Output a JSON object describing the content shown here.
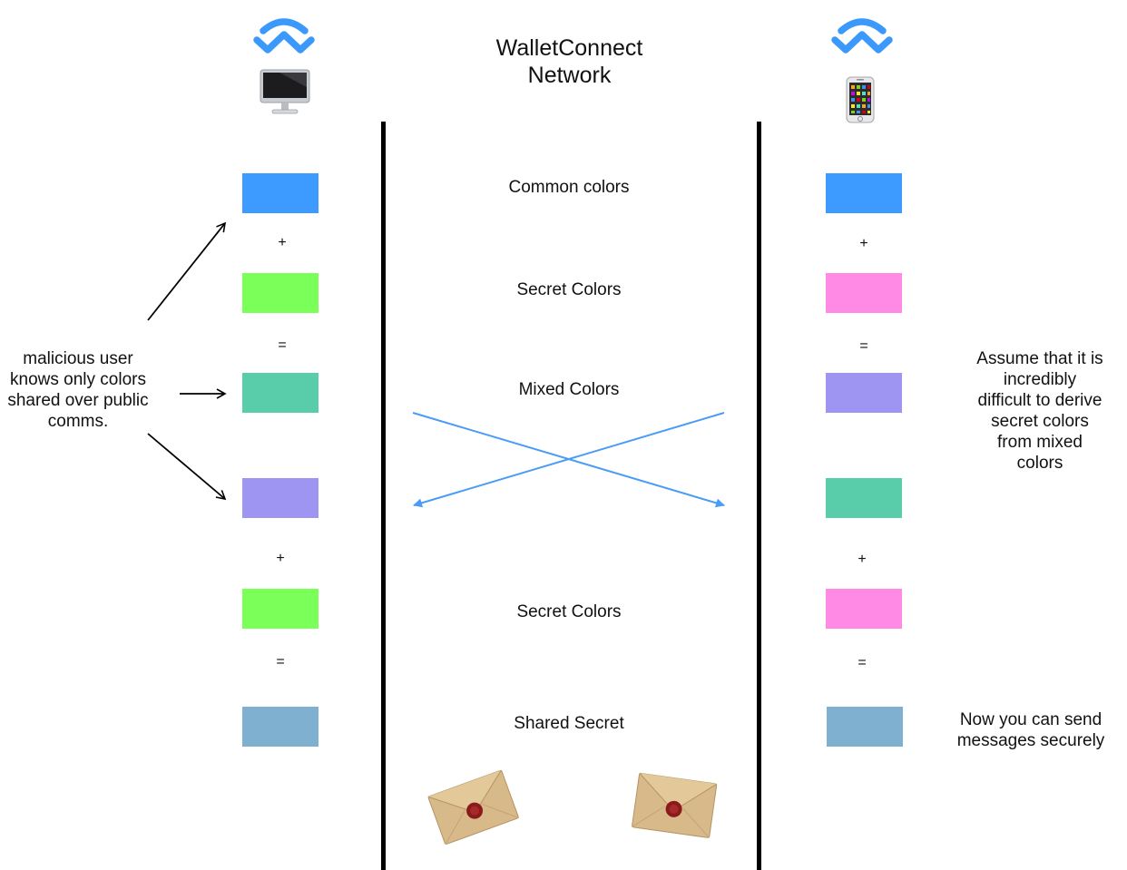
{
  "title_line1": "WalletConnect",
  "title_line2": "Network",
  "stage_labels": {
    "common": "Common colors",
    "secret1": "Secret Colors",
    "mixed": "Mixed Colors",
    "secret2": "Secret Colors",
    "shared": "Shared Secret"
  },
  "operators": {
    "plus": "+",
    "equals": "="
  },
  "notes": {
    "malicious": [
      "malicious user",
      "knows only colors",
      "shared over public",
      "comms."
    ],
    "assume": [
      "Assume that it is",
      "incredibly",
      "difficult to derive",
      "secret colors",
      "from mixed",
      "colors"
    ],
    "now": [
      "Now you can send",
      "messages securely"
    ]
  },
  "colors": {
    "common": "#3d9bff",
    "left_secret": "#7bff59",
    "right_secret": "#ff8ae6",
    "left_mixed": "#59cca9",
    "right_mixed": "#9e94f2",
    "shared": "#7fb0d0",
    "walletconnect_blue": "#3b99fc",
    "exchange_arrow": "#4a9cf5"
  },
  "icons": {
    "left_logo": "walletconnect-logo-icon",
    "right_logo": "walletconnect-logo-icon",
    "left_device": "desktop-computer-icon",
    "right_device": "mobile-phone-icon",
    "envelopes": "sealed-envelope-icon"
  }
}
